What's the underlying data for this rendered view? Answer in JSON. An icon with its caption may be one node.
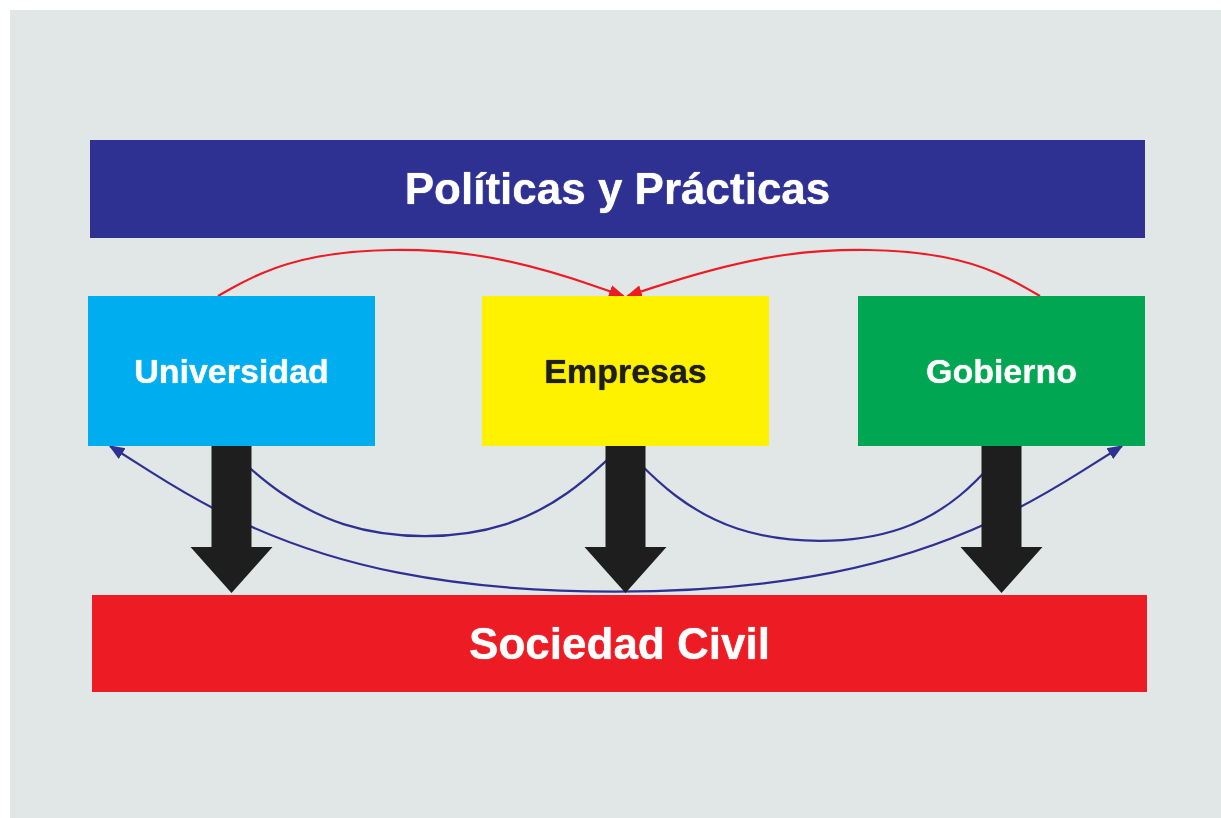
{
  "diagram": {
    "nodes": [
      {
        "text": [
          "Políticas y Prácticas"
        ]
      },
      {
        "text": [
          "Universidad"
        ]
      },
      {
        "text": [
          "Empresas"
        ]
      },
      {
        "text": [
          "Gobierno"
        ]
      },
      {
        "text": [
          "Sociedad Civil"
        ]
      }
    ],
    "edges": [
      {
        "from": 1,
        "to": 2,
        "arrow": "to",
        "color": "#ed1c24"
      },
      {
        "from": 3,
        "to": 2,
        "arrow": "to",
        "color": "#ed1c24"
      },
      {
        "from": 2,
        "to": 1,
        "arrow": "to"
      },
      {
        "from": 2,
        "to": 3,
        "arrow": "to"
      },
      {
        "from": 1,
        "to": 3,
        "arrow": "both"
      },
      {
        "from": 1,
        "to": 4,
        "arrow": "to",
        "style": "thick",
        "color": "#1e1e1e"
      },
      {
        "from": 2,
        "to": 4,
        "arrow": "to",
        "style": "thick",
        "color": "#1e1e1e"
      },
      {
        "from": 3,
        "to": 4,
        "arrow": "to",
        "style": "thick",
        "color": "#1e1e1e"
      }
    ]
  }
}
